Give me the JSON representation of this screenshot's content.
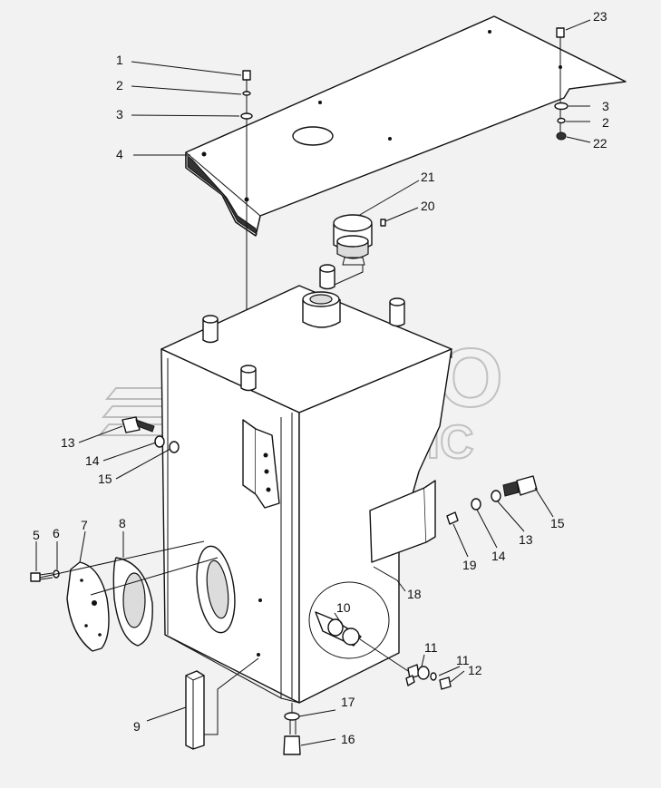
{
  "watermark": {
    "line1": "АВТО",
    "line2": "АЛЬЯНС"
  },
  "callouts": [
    {
      "id": "c1",
      "text": "1"
    },
    {
      "id": "c2a",
      "text": "2"
    },
    {
      "id": "c3a",
      "text": "3"
    },
    {
      "id": "c4",
      "text": "4"
    },
    {
      "id": "c23",
      "text": "23"
    },
    {
      "id": "c3b",
      "text": "3"
    },
    {
      "id": "c2b",
      "text": "2"
    },
    {
      "id": "c22",
      "text": "22"
    },
    {
      "id": "c21",
      "text": "21"
    },
    {
      "id": "c20",
      "text": "20"
    },
    {
      "id": "c13a",
      "text": "13"
    },
    {
      "id": "c14a",
      "text": "14"
    },
    {
      "id": "c15a",
      "text": "15"
    },
    {
      "id": "c5",
      "text": "5"
    },
    {
      "id": "c6",
      "text": "6"
    },
    {
      "id": "c7",
      "text": "7"
    },
    {
      "id": "c8",
      "text": "8"
    },
    {
      "id": "c9",
      "text": "9"
    },
    {
      "id": "c10",
      "text": "10"
    },
    {
      "id": "c11a",
      "text": "11"
    },
    {
      "id": "c11b",
      "text": "11"
    },
    {
      "id": "c12",
      "text": "12"
    },
    {
      "id": "c16",
      "text": "16"
    },
    {
      "id": "c17",
      "text": "17"
    },
    {
      "id": "c18",
      "text": "18"
    },
    {
      "id": "c19",
      "text": "19"
    },
    {
      "id": "c14b",
      "text": "14"
    },
    {
      "id": "c13b",
      "text": "13"
    },
    {
      "id": "c15b",
      "text": "15"
    }
  ]
}
